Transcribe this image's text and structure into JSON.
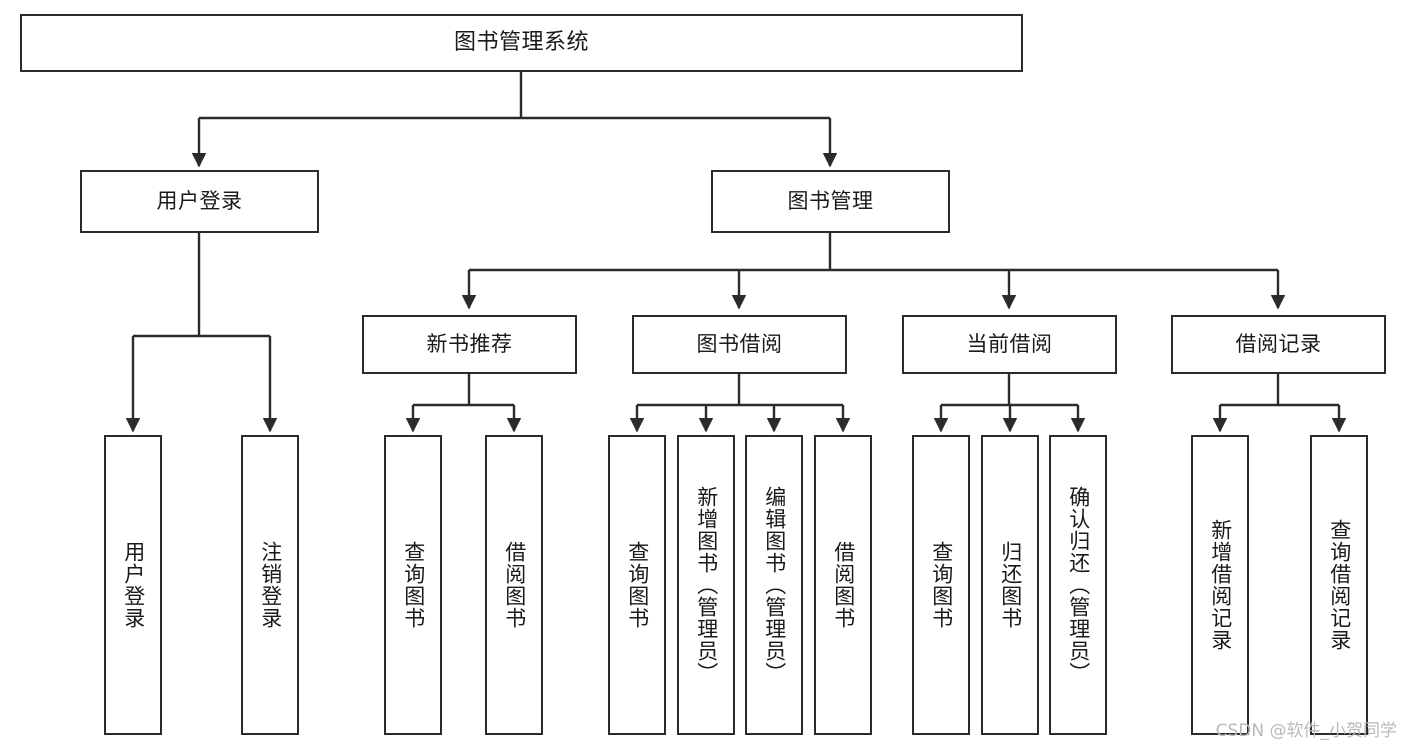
{
  "diagram": {
    "title": "图书管理系统",
    "type": "tree",
    "stroke_color": "#2b2b2b",
    "fill_color": "#ffffff",
    "text_color": "#1a1a1a"
  },
  "nodes": {
    "root": {
      "label": "图书管理系统"
    },
    "level2": [
      {
        "label": "用户登录"
      },
      {
        "label": "图书管理"
      }
    ],
    "level3": [
      {
        "label": "新书推荐"
      },
      {
        "label": "图书借阅"
      },
      {
        "label": "当前借阅"
      },
      {
        "label": "借阅记录"
      }
    ],
    "leaves": {
      "user_login": [
        {
          "label": "用户登录"
        },
        {
          "label": "注销登录"
        }
      ],
      "new_book_recommend": [
        {
          "label": "查询图书"
        },
        {
          "label": "借阅图书"
        }
      ],
      "book_borrow": [
        {
          "label": "查询图书"
        },
        {
          "label": "新增图书（管理员）"
        },
        {
          "label": "编辑图书（管理员）"
        },
        {
          "label": "借阅图书"
        }
      ],
      "current_borrow": [
        {
          "label": "查询图书"
        },
        {
          "label": "归还图书"
        },
        {
          "label": "确认归还（管理员）"
        }
      ],
      "borrow_record": [
        {
          "label": "新增借阅记录"
        },
        {
          "label": "查询借阅记录"
        }
      ]
    }
  },
  "watermark": {
    "text": "CSDN @软件_小贺同学"
  }
}
